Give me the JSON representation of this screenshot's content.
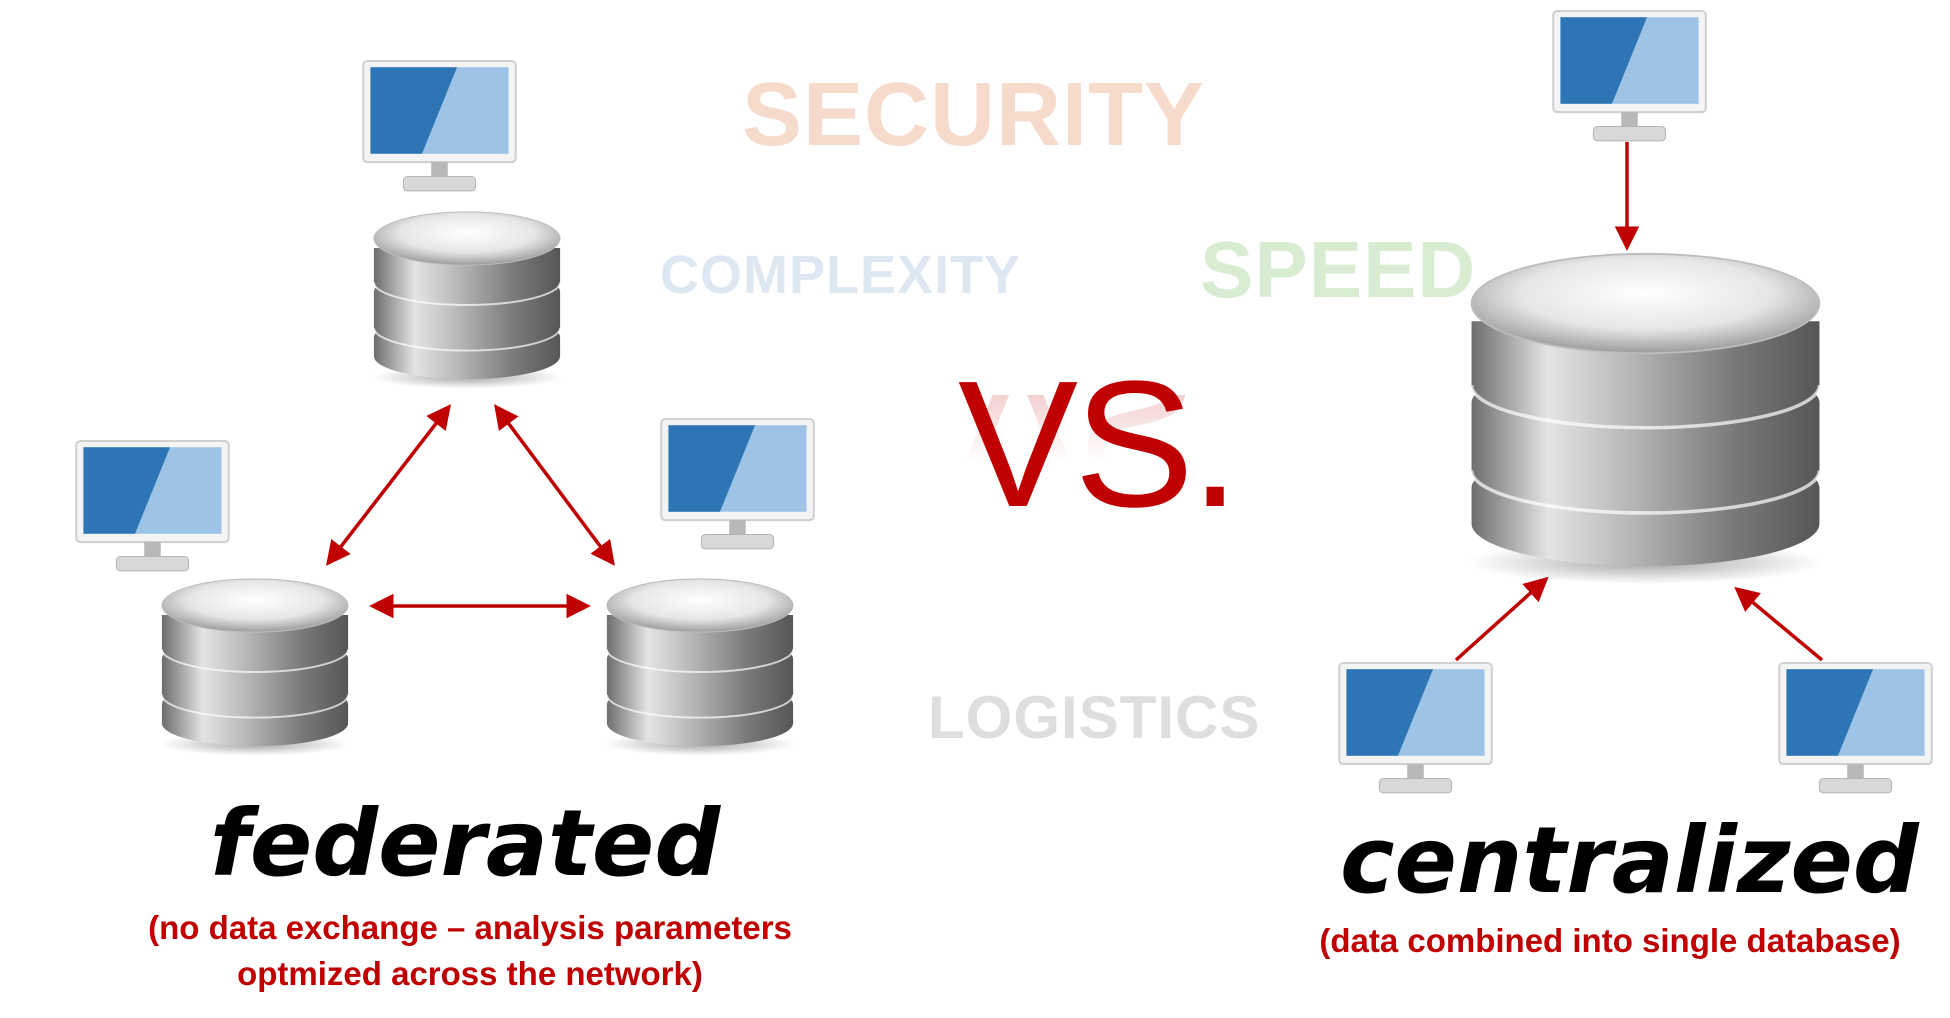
{
  "background_words": {
    "security": "SECURITY",
    "complexity": "COMPLEXITY",
    "speed": "SPEED",
    "logistics": "LOGISTICS"
  },
  "vs_text": "VS.",
  "federated": {
    "title": "federated",
    "subtitle_line1": "(no data exchange – analysis parameters",
    "subtitle_line2": "optmized across the network)"
  },
  "centralized": {
    "title": "centralized",
    "subtitle": "(data combined into single database)"
  },
  "colors": {
    "accent": "#c00000",
    "monitor_blue": "#2e75b6",
    "monitor_light": "#9dc3e6",
    "db_gray": "#8c8c8c"
  },
  "icons": [
    "monitor-icon",
    "database-icon",
    "double-arrow-icon",
    "arrow-icon"
  ]
}
